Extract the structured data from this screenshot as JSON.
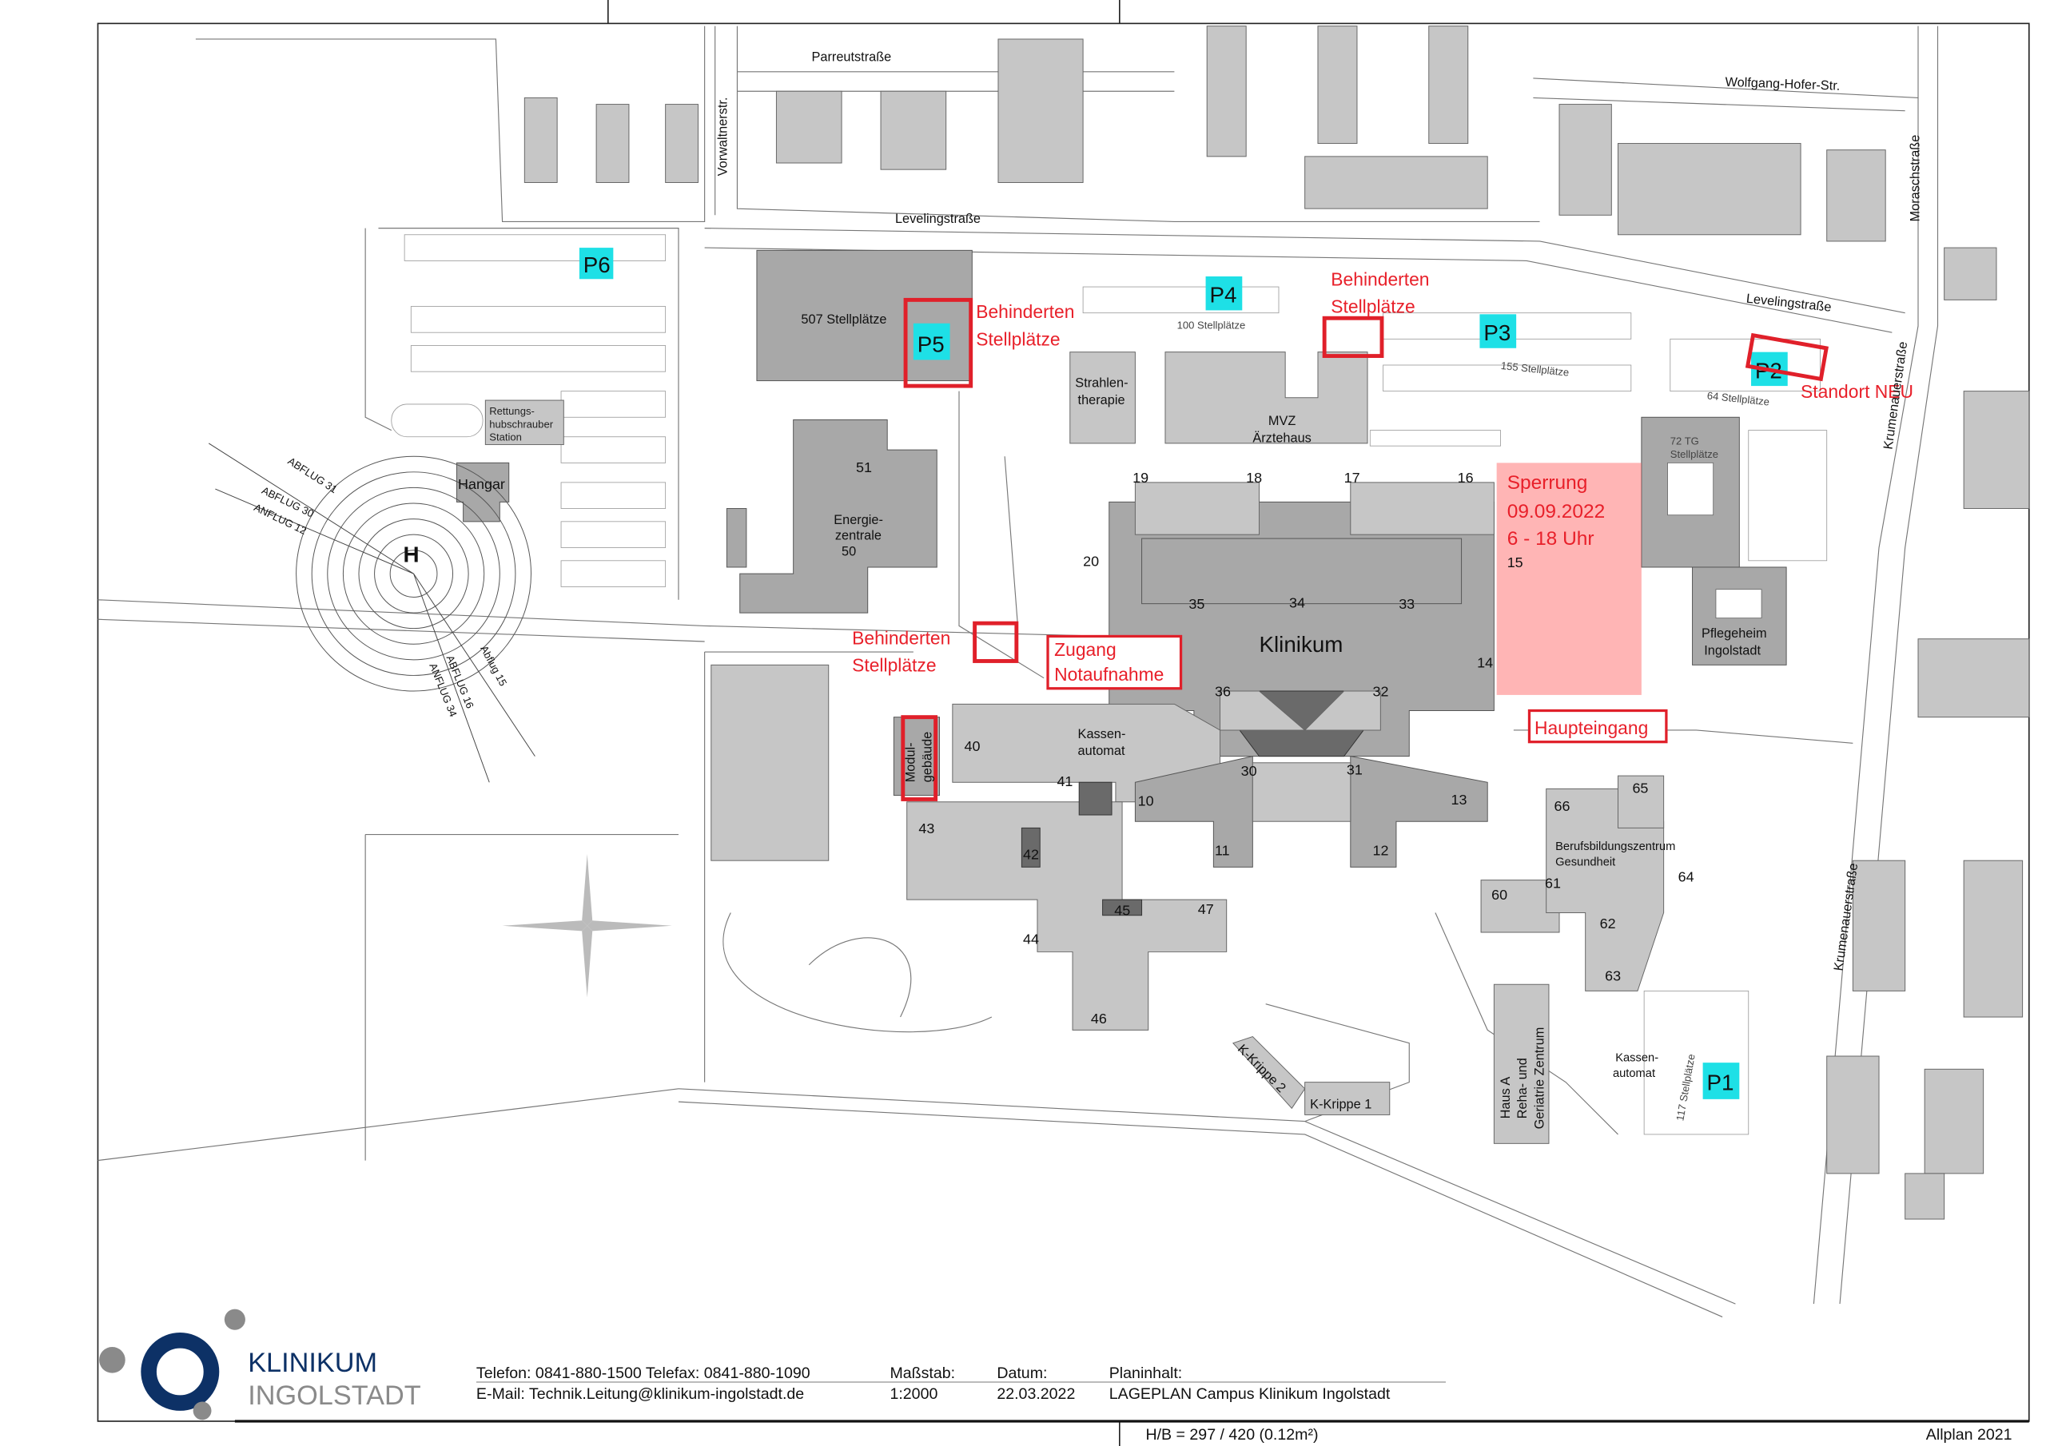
{
  "streets": {
    "parreut": "Parreutstraße",
    "wolfgang": "Wolfgang-Hofer-Str.",
    "vorwaltner": "Vorwaltnerstr.",
    "leveling_1": "Levelingstraße",
    "leveling_2": "Levelingstraße",
    "morasch": "Moraschstraße",
    "krumenauer_1": "Krumenauerstraße",
    "krumenauer_2": "Krumenauerstraße"
  },
  "parking": {
    "p6": "P6",
    "p5": "P5",
    "p4": "P4",
    "p3": "P3",
    "p2": "P2",
    "p1": "P1",
    "p5_count": "507 Stellplätze",
    "p4_count": "100 Stellplätze",
    "p3_count": "155 Stellplätze",
    "p2_count": "64 Stellplätze",
    "tg_count_1": "72 TG",
    "tg_count_2": "Stellplätze",
    "p1_count": "117 Stellplätze"
  },
  "annotations": {
    "behinderten_1a": "Behinderten",
    "behinderten_1b": "Stellplätze",
    "behinderten_2a": "Behinderten",
    "behinderten_2b": "Stellplätze",
    "behinderten_3a": "Behinderten",
    "behinderten_3b": "Stellplätze",
    "standort_neu": "Standort NEU",
    "sperrung_1": "Sperrung",
    "sperrung_2": "09.09.2022",
    "sperrung_3": "6 - 18 Uhr",
    "zugang_1": "Zugang",
    "zugang_2": "Notaufnahme",
    "haupteingang": "Haupteingang"
  },
  "buildings": {
    "strahlen_1": "Strahlen-",
    "strahlen_2": "therapie",
    "mvz_1": "MVZ",
    "mvz_2": "Ärztehaus",
    "klinikum": "Klinikum",
    "kassen1_1": "Kassen-",
    "kassen1_2": "automat",
    "kassen2_1": "Kassen-",
    "kassen2_2": "automat",
    "energie_1": "Energie-",
    "energie_2": "zentrale",
    "energie_3": "50",
    "b51": "51",
    "rettung_1": "Rettungs-",
    "rettung_2": "hubschrauber",
    "rettung_3": "Station",
    "hangar": "Hangar",
    "heli": "H",
    "pflege_1": "Pflegeheim",
    "pflege_2": "Ingolstadt",
    "bbz_1": "Berufsbildungszentrum",
    "bbz_2": "Gesundheit",
    "hausa_1": "Haus A",
    "hausa_2": "Reha- und",
    "hausa_3": "Geriatrie Zentrum",
    "krippe1": "K-Krippe 1",
    "krippe2": "K-Krippe 2",
    "modul_1": "Modul-",
    "modul_2": "gebäude"
  },
  "numbers": [
    "19",
    "18",
    "17",
    "16",
    "15",
    "20",
    "35",
    "34",
    "33",
    "14",
    "36",
    "32",
    "40",
    "41",
    "30",
    "31",
    "10",
    "13",
    "11",
    "12",
    "43",
    "42",
    "45",
    "47",
    "44",
    "46",
    "65",
    "66",
    "61",
    "60",
    "64",
    "62",
    "63"
  ],
  "flight": {
    "abflug31": "ABFLUG 31",
    "abflug30": "ABFLUG 30",
    "anflug12": "ANFLUG 12",
    "abflug15": "Abflug 15",
    "abflug16": "ABFLUG 16",
    "anflug34": "ANFLUG 34"
  },
  "footer": {
    "logo_1": "KLINIKUM",
    "logo_2": "INGOLSTADT",
    "phone": "Telefon: 0841-880-1500 Telefax: 0841-880-1090",
    "email": "E-Mail: Technik.Leitung@klinikum-ingolstadt.de",
    "scale_label": "Maßstab:",
    "scale": "1:2000",
    "date_label": "Datum:",
    "date": "22.03.2022",
    "content_label": "Planinhalt:",
    "content": "LAGEPLAN Campus Klinikum Ingolstadt",
    "format": "H/B = 297 / 420 (0.12m²)",
    "software": "Allplan 2021"
  },
  "colors": {
    "accent_red": "#e8202a",
    "parking_cyan": "#1ee0e6",
    "logo_blue": "#0d3166",
    "closure": "#ff6b6b"
  }
}
